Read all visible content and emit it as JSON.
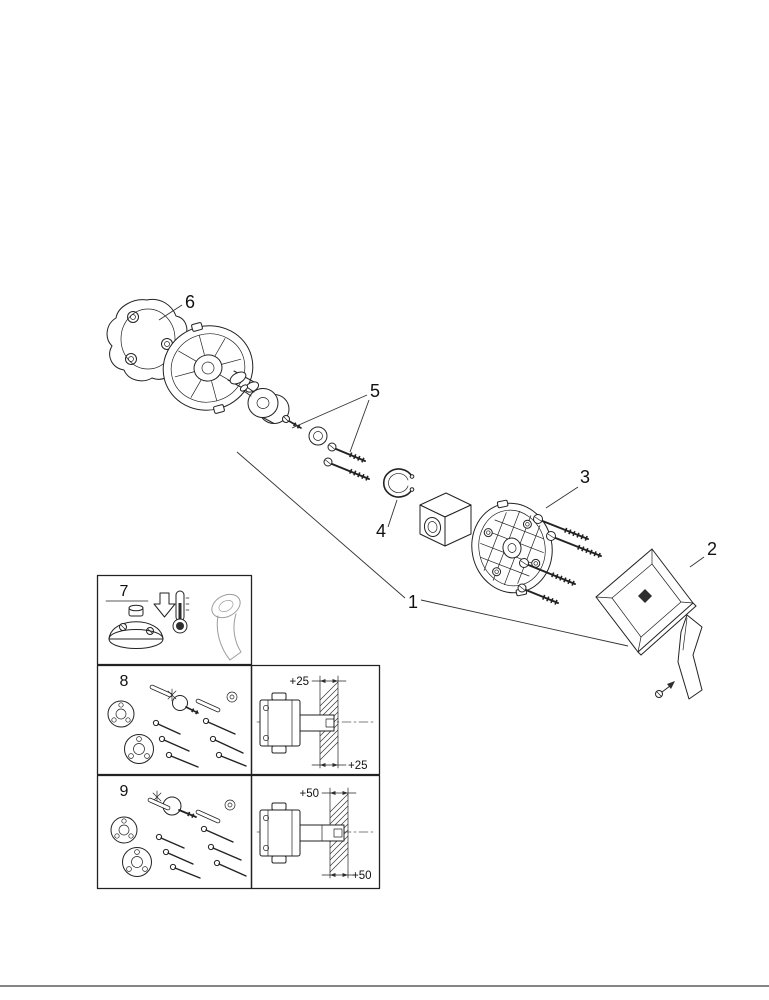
{
  "diagram": {
    "callouts": {
      "c1": "1",
      "c2": "2",
      "c3": "3",
      "c4": "4",
      "c5": "5",
      "c6": "6",
      "c7": "7",
      "c8": "8",
      "c9": "9"
    },
    "dimensions": {
      "inset8_top": "+25",
      "inset8_bottom": "+25",
      "inset9_top": "+50",
      "inset9_bottom": "+50"
    }
  }
}
